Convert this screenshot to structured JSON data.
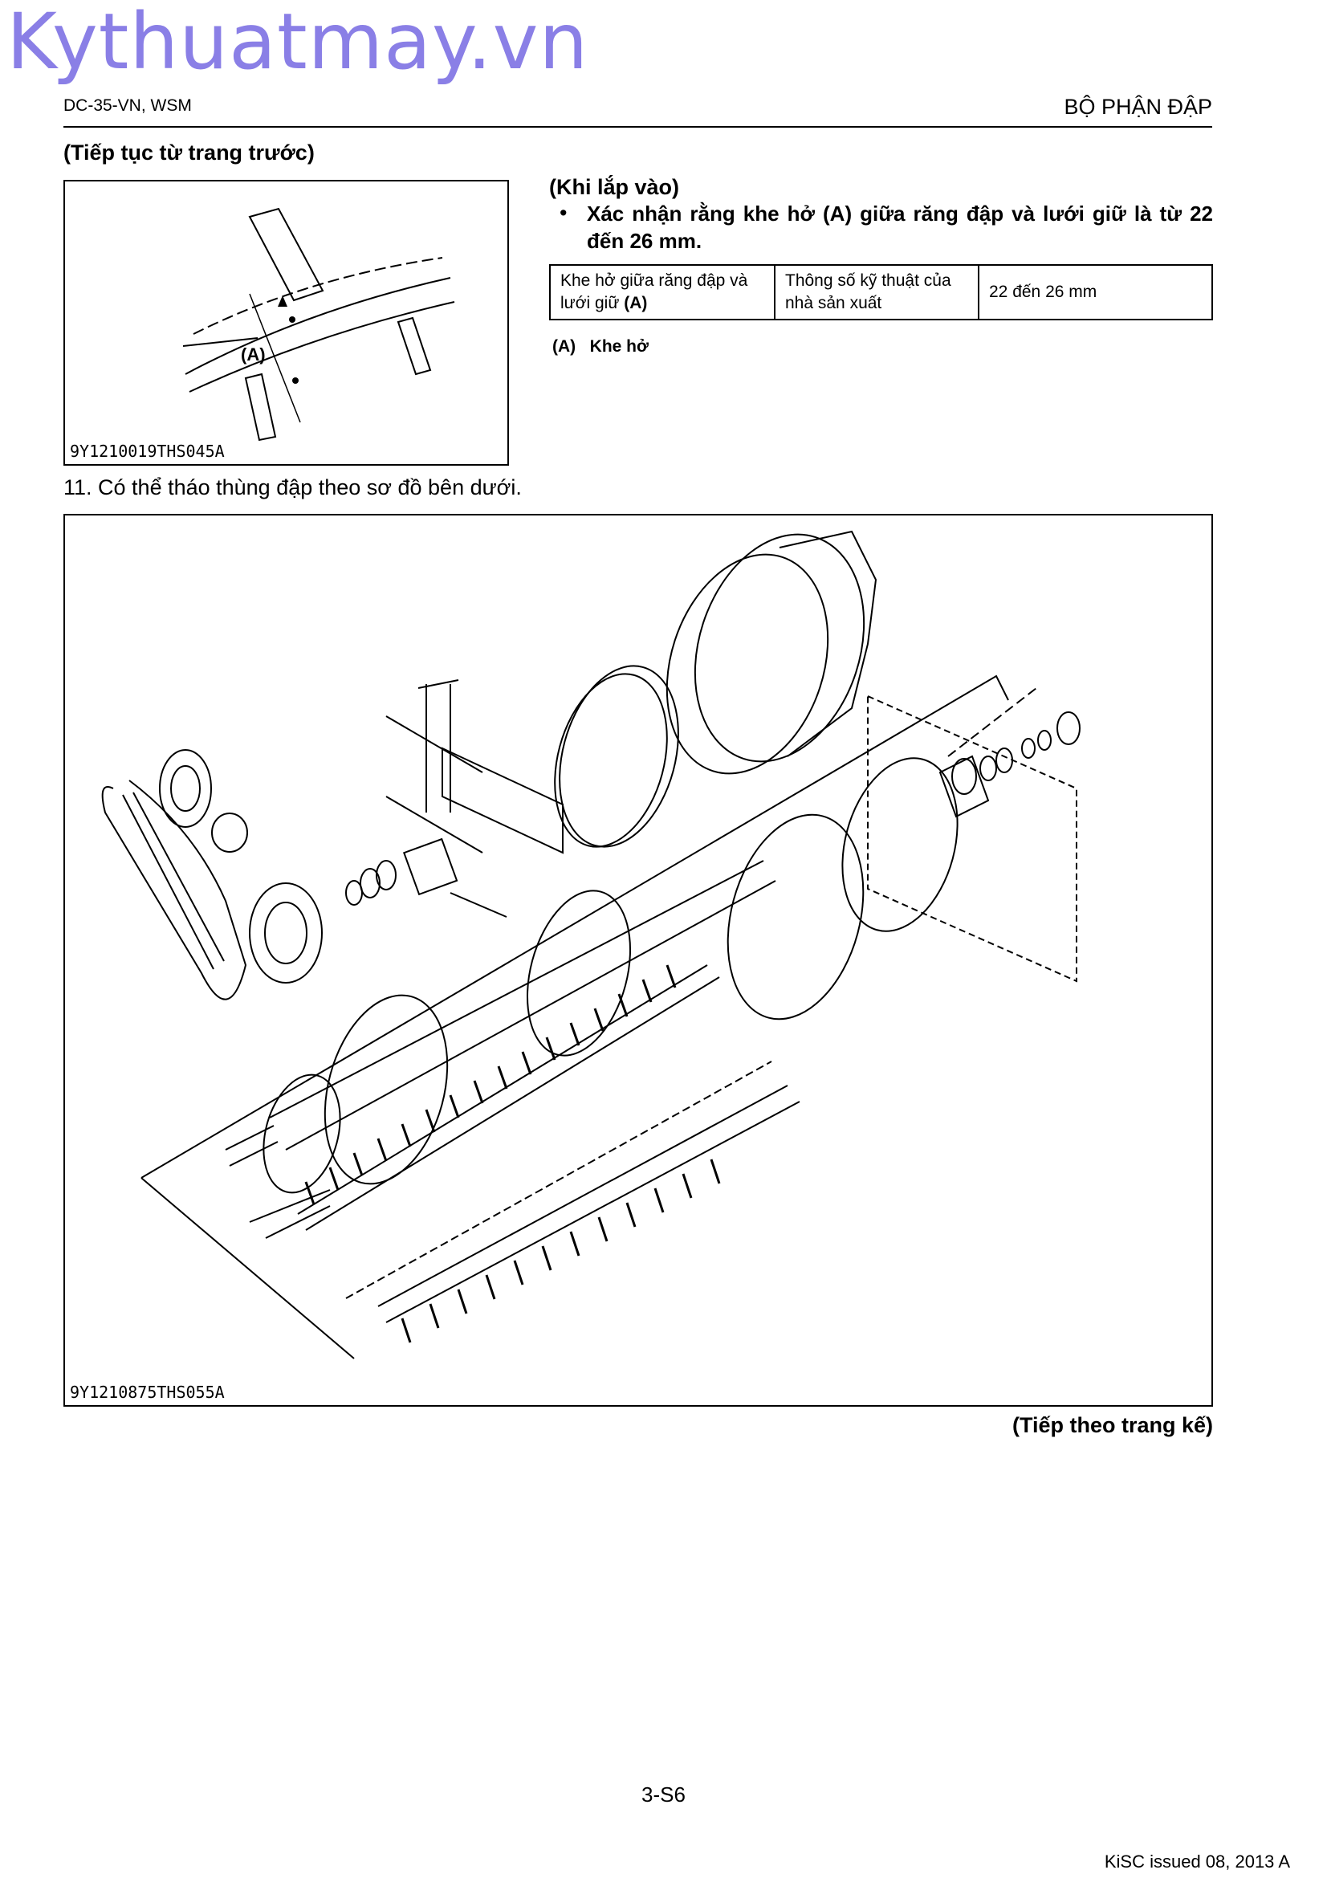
{
  "watermark": "Kythuatmay.vn",
  "header": {
    "left": "DC-35-VN, WSM",
    "right": "BỘ PHẬN ĐẬP"
  },
  "continued_from": "(Tiếp tục từ trang trước)",
  "figure1": {
    "label_a": "(A)",
    "code": "9Y1210019THS045A"
  },
  "install": {
    "title": "(Khi lắp vào)",
    "bullet_symbol": "•",
    "bullet": "Xác nhận rằng khe hở (A) giữa răng đập và lưới giữ là từ 22 đến 26 mm."
  },
  "spec_table": {
    "col1_text": "Khe hở giữa răng đập và lưới giữ",
    "col1_bold": "(A)",
    "col2": "Thông số kỹ thuật của nhà sản xuất",
    "col3": "22 đến 26 mm"
  },
  "legend": "(A)   Khe hở",
  "step11": "11. Có thể tháo thùng đập theo sơ đồ bên dưới.",
  "figure2": {
    "code": "9Y1210875THS055A"
  },
  "continued_next": "(Tiếp theo trang kế)",
  "page_number": "3-S6",
  "issued": "KiSC issued 08, 2013 A"
}
